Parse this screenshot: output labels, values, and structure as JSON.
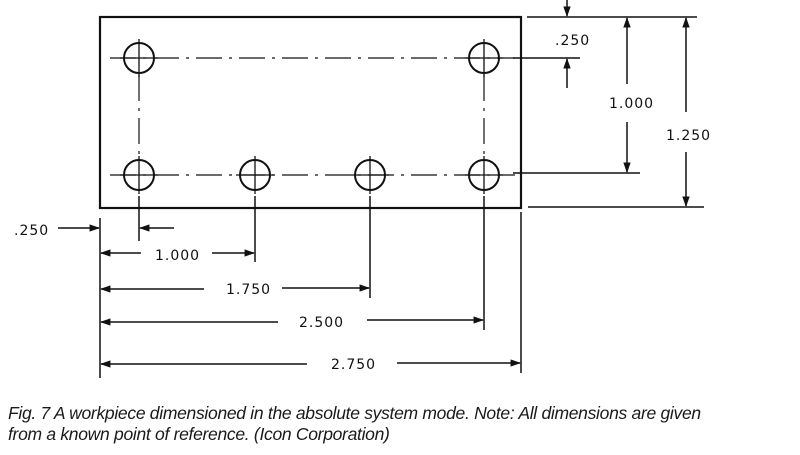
{
  "figure": {
    "type": "engineering-drawing",
    "subject": "workpiece with six holes, absolute dimensioning",
    "holes": {
      "top_row_count": 2,
      "bottom_row_count": 4
    },
    "dimensions": {
      "top_offset": ".250",
      "hole_row_spacing_vertical": "1.000",
      "overall_height": "1.250",
      "left_offset": ".250",
      "hole_2_x": "1.000",
      "hole_3_x": "1.750",
      "hole_4_x": "2.500",
      "overall_width": "2.750"
    }
  },
  "caption": {
    "line1": "Fig. 7 A workpiece dimensioned in the absolute system mode. Note: All dimensions are given",
    "line2": "from a known point of reference. (Icon Corporation)"
  },
  "colors": {
    "ink": "#111111",
    "background": "#ffffff",
    "caption": "#1a1a1a"
  }
}
